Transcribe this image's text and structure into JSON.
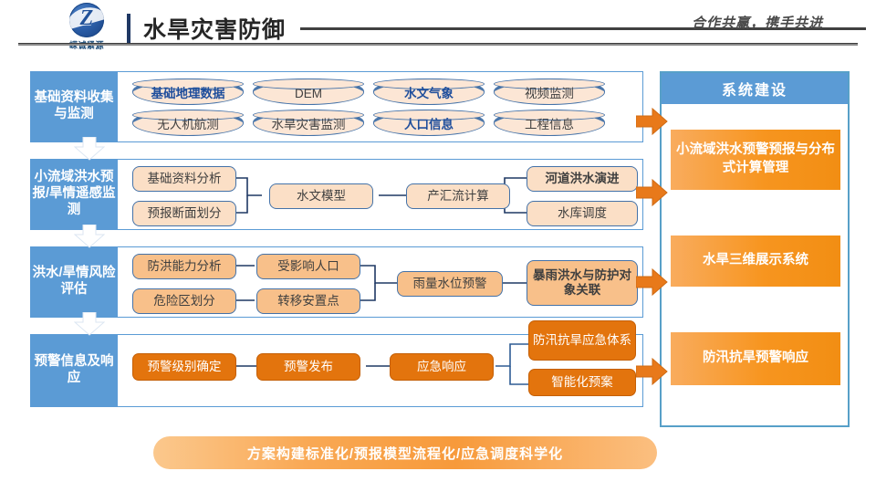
{
  "header": {
    "logo_icon": "company-logo-icon",
    "logo_text": "嵘诚紧源",
    "title": "水旱灾害防御",
    "slogan": "合作共赢，携手共进"
  },
  "flow": {
    "rows": [
      {
        "label": "基础资料收集与监测",
        "nodes": [
          {
            "text": "基础地理数据",
            "style": "cylinder",
            "emphasis": "blue-bold"
          },
          {
            "text": "DEM",
            "style": "cylinder",
            "emphasis": "normal"
          },
          {
            "text": "水文气象",
            "style": "cylinder",
            "emphasis": "blue-bold"
          },
          {
            "text": "视频监测",
            "style": "cylinder",
            "emphasis": "normal"
          },
          {
            "text": "无人机航测",
            "style": "cylinder",
            "emphasis": "normal"
          },
          {
            "text": "水旱灾害监测",
            "style": "cylinder",
            "emphasis": "normal"
          },
          {
            "text": "人口信息",
            "style": "cylinder",
            "emphasis": "blue-bold"
          },
          {
            "text": "工程信息",
            "style": "cylinder",
            "emphasis": "normal"
          }
        ]
      },
      {
        "label": "小流域洪水预报/旱情遥感监测",
        "nodes": [
          {
            "text": "基础资料分析",
            "style": "rounded-light",
            "emphasis": "normal"
          },
          {
            "text": "预报断面划分",
            "style": "rounded-light",
            "emphasis": "normal"
          },
          {
            "text": "水文模型",
            "style": "rounded-light",
            "emphasis": "normal"
          },
          {
            "text": "产汇流计算",
            "style": "rounded-light",
            "emphasis": "normal"
          },
          {
            "text": "河道洪水演进",
            "style": "rounded-light",
            "emphasis": "bold"
          },
          {
            "text": "水库调度",
            "style": "rounded-light",
            "emphasis": "normal"
          }
        ]
      },
      {
        "label": "洪水/旱情风险评估",
        "nodes": [
          {
            "text": "防洪能力分析",
            "style": "rounded-mid",
            "emphasis": "normal"
          },
          {
            "text": "危险区划分",
            "style": "rounded-mid",
            "emphasis": "normal"
          },
          {
            "text": "受影响人口",
            "style": "rounded-mid",
            "emphasis": "normal"
          },
          {
            "text": "转移安置点",
            "style": "rounded-mid",
            "emphasis": "normal"
          },
          {
            "text": "雨量水位预警",
            "style": "rounded-mid",
            "emphasis": "normal"
          },
          {
            "text": "暴雨洪水与防护对象关联",
            "style": "rounded-mid",
            "emphasis": "bold"
          }
        ]
      },
      {
        "label": "预警信息及响应",
        "nodes": [
          {
            "text": "预警级别确定",
            "style": "solid-orange",
            "emphasis": "normal"
          },
          {
            "text": "预警发布",
            "style": "solid-orange",
            "emphasis": "normal"
          },
          {
            "text": "应急响应",
            "style": "solid-orange",
            "emphasis": "normal"
          },
          {
            "text": "防汛抗旱应急体系",
            "style": "solid-orange",
            "emphasis": "normal"
          },
          {
            "text": "智能化预案",
            "style": "solid-orange",
            "emphasis": "normal"
          }
        ]
      }
    ]
  },
  "right_panel": {
    "header": "系统建设",
    "items": [
      {
        "text": "小流域洪水预警预报与分布式计算管理"
      },
      {
        "text": "水旱三维展示系统"
      },
      {
        "text": "防汛抗旱预警响应"
      }
    ]
  },
  "banner": {
    "text": "方案构建标准化/预报模型流程化/应急调度科学化"
  },
  "colors": {
    "blue": "#5B9BD5",
    "deep_blue": "#1F3864",
    "orange": "#E3740D",
    "light_orange": "#FBDFC6",
    "mid_orange": "#F8C08A",
    "panel_border": "#57A0C8"
  }
}
